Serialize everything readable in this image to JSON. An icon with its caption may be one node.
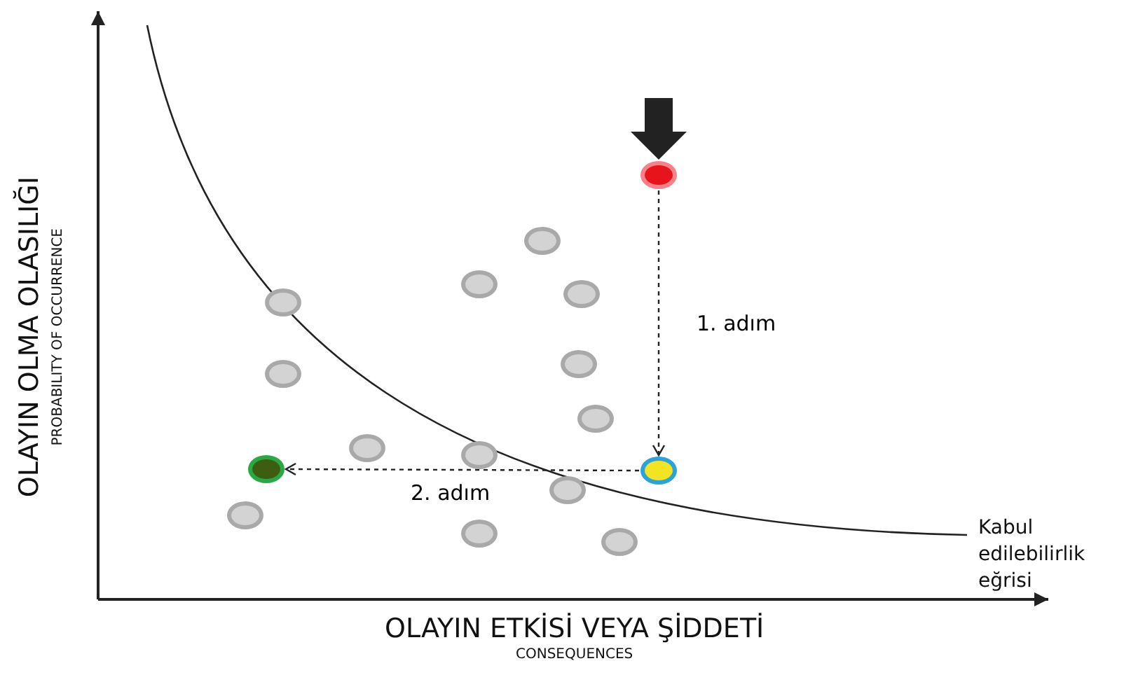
{
  "diagram": {
    "nodes": [
      {
        "text": [],
        "shape": "circle"
      },
      {
        "text": [],
        "shape": "circle"
      },
      {
        "text": [],
        "shape": "circle"
      },
      {
        "text": [],
        "shape": "circle"
      },
      {
        "text": [],
        "shape": "circle"
      },
      {
        "text": [],
        "shape": "circle"
      },
      {
        "text": [],
        "shape": "circle"
      },
      {
        "text": [],
        "shape": "circle"
      },
      {
        "text": [],
        "shape": "circle"
      },
      {
        "text": [],
        "shape": "circle"
      },
      {
        "text": [],
        "shape": "circle"
      },
      {
        "text": [],
        "shape": "circle"
      },
      {
        "text": [],
        "shape": "circle"
      },
      {
        "text": [],
        "shape": "circle"
      },
      {
        "text": [],
        "shape": "circle"
      },
      {
        "text": [],
        "shape": "circle"
      }
    ],
    "edges": [
      {
        "from": null,
        "to": 14,
        "arrow": "to",
        "style": "thick"
      },
      {
        "from": 14,
        "to": 15,
        "arrow": "to",
        "style": "dashed",
        "label": "1. adım"
      },
      {
        "from": 15,
        "to": 1,
        "arrow": "to",
        "style": "dashed",
        "label": "2. adım"
      }
    ],
    "labels": [
      "OLAYIN OLMA OLASILIĞI",
      "PROBABILITY OF OCCURRENCE",
      "Kabul edilebilirlik eğrisi",
      "OLAYIN ETKİSİ VEYA ŞİDDETİ",
      "CONSEQUENCES"
    ]
  }
}
